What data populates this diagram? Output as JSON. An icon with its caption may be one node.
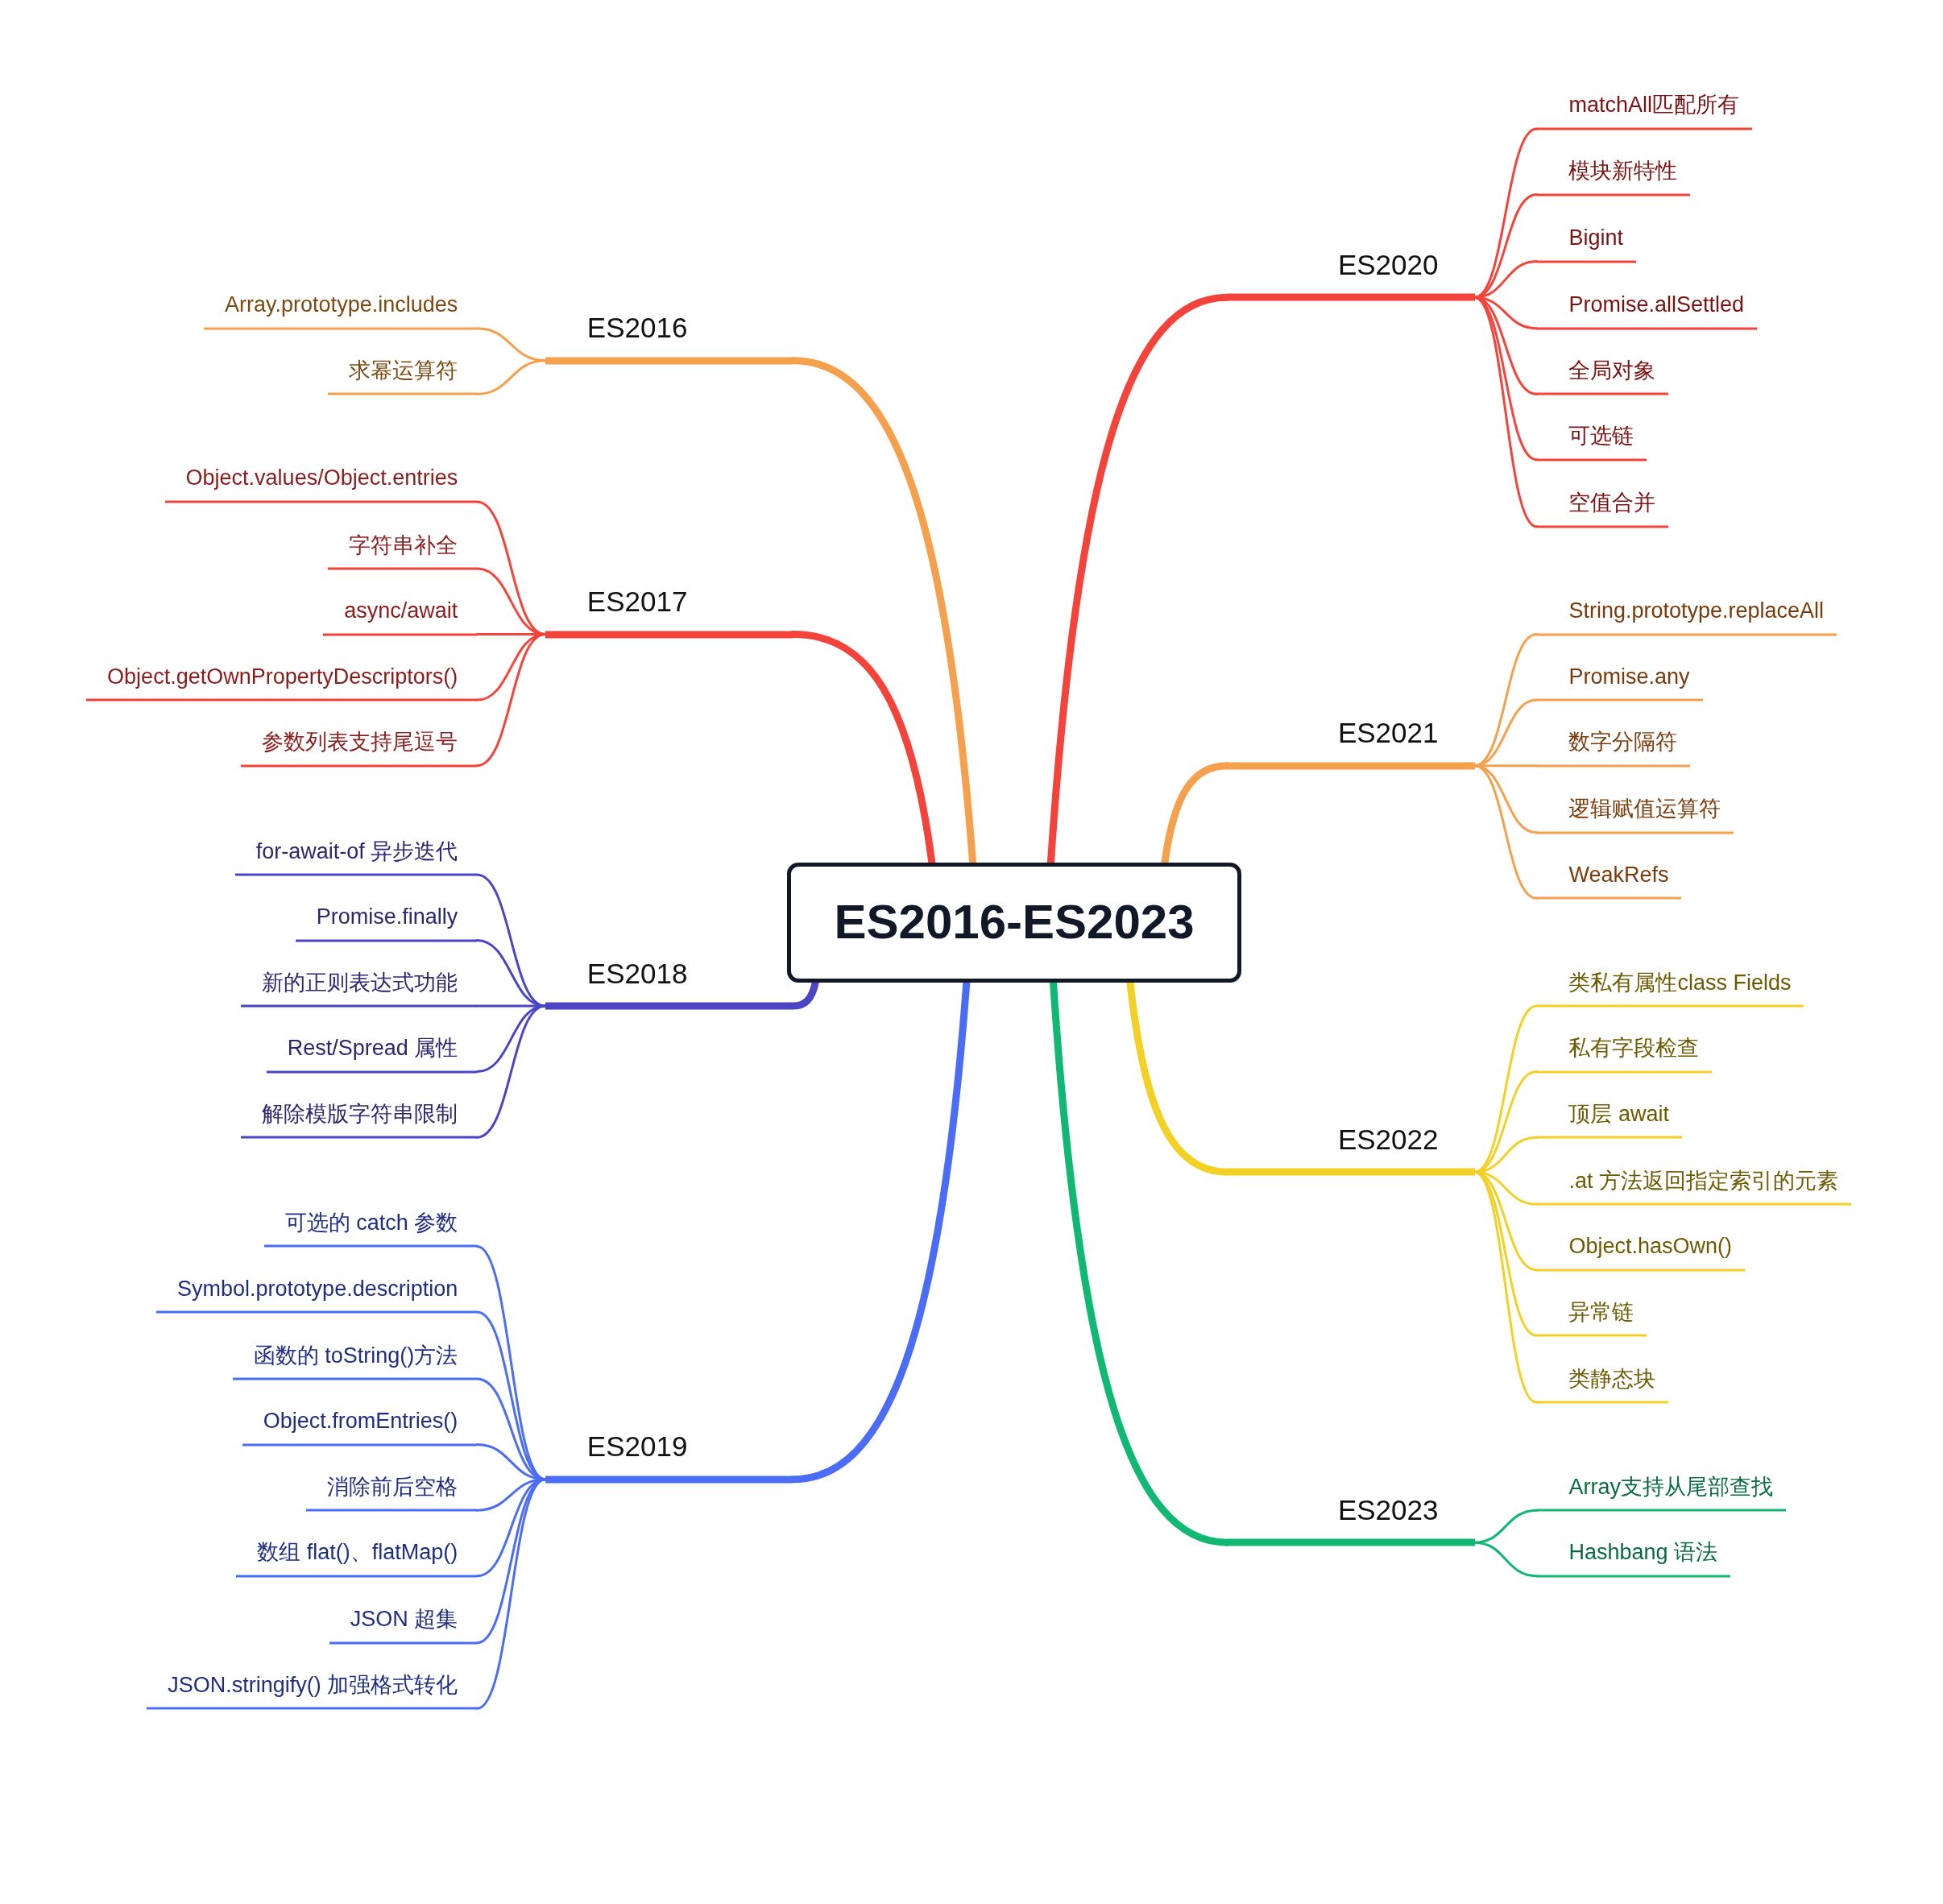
{
  "diagram": {
    "nodes": [
      {
        "text": [
          "ES2016-ES2023"
        ]
      },
      {
        "text": [
          "ES2016"
        ]
      },
      {
        "text": [
          "Array.prototype.includes"
        ]
      },
      {
        "text": [
          "求幂运算符"
        ]
      },
      {
        "text": [
          "ES2017"
        ]
      },
      {
        "text": [
          "Object.values/Object.entries"
        ]
      },
      {
        "text": [
          "字符串补全"
        ]
      },
      {
        "text": [
          "async/await"
        ]
      },
      {
        "text": [
          "Object.getOwnPropertyDescriptors()"
        ]
      },
      {
        "text": [
          "参数列表支持尾逗号"
        ]
      },
      {
        "text": [
          "ES2018"
        ]
      },
      {
        "text": [
          "for-await-of 异步迭代"
        ]
      },
      {
        "text": [
          "Promise.finally"
        ]
      },
      {
        "text": [
          "新的正则表达式功能"
        ]
      },
      {
        "text": [
          "Rest/Spread 属性"
        ]
      },
      {
        "text": [
          "解除模版字符串限制"
        ]
      },
      {
        "text": [
          "ES2019"
        ]
      },
      {
        "text": [
          "可选的 catch 参数"
        ]
      },
      {
        "text": [
          "Symbol.prototype.description"
        ]
      },
      {
        "text": [
          "函数的 toString()方法"
        ]
      },
      {
        "text": [
          "Object.fromEntries()"
        ]
      },
      {
        "text": [
          "消除前后空格"
        ]
      },
      {
        "text": [
          "数组 flat()、flatMap()"
        ]
      },
      {
        "text": [
          "JSON 超集"
        ]
      },
      {
        "text": [
          "JSON.stringify() 加强格式转化"
        ]
      },
      {
        "text": [
          "ES2020"
        ]
      },
      {
        "text": [
          "matchAll匹配所有"
        ]
      },
      {
        "text": [
          "模块新特性"
        ]
      },
      {
        "text": [
          "Bigint"
        ]
      },
      {
        "text": [
          "Promise.allSettled"
        ]
      },
      {
        "text": [
          "全局对象"
        ]
      },
      {
        "text": [
          "可选链"
        ]
      },
      {
        "text": [
          "空值合并"
        ]
      },
      {
        "text": [
          "ES2021"
        ]
      },
      {
        "text": [
          "String.prototype.replaceAll"
        ]
      },
      {
        "text": [
          "Promise.any"
        ]
      },
      {
        "text": [
          "数字分隔符"
        ]
      },
      {
        "text": [
          "逻辑赋值运算符"
        ]
      },
      {
        "text": [
          "WeakRefs"
        ]
      },
      {
        "text": [
          "ES2022"
        ]
      },
      {
        "text": [
          "类私有属性class Fields"
        ]
      },
      {
        "text": [
          "私有字段检查"
        ]
      },
      {
        "text": [
          "顶层 await"
        ]
      },
      {
        "text": [
          ".at 方法返回指定索引的元素"
        ]
      },
      {
        "text": [
          "Object.hasOwn()"
        ]
      },
      {
        "text": [
          "异常链"
        ]
      },
      {
        "text": [
          "类静态块"
        ]
      },
      {
        "text": [
          "ES2023"
        ]
      },
      {
        "text": [
          "Array支持从尾部查找"
        ]
      },
      {
        "text": [
          "Hashbang 语法"
        ]
      }
    ],
    "edges": [
      {
        "from": 0,
        "to": 1,
        "arrow": "none",
        "style": "thick",
        "color": "#f5a04c"
      },
      {
        "from": 1,
        "to": 2,
        "arrow": "none",
        "color": "#f5a04c"
      },
      {
        "from": 1,
        "to": 3,
        "arrow": "none",
        "color": "#f5a04c"
      },
      {
        "from": 0,
        "to": 4,
        "arrow": "none",
        "style": "thick",
        "color": "#f4433b"
      },
      {
        "from": 4,
        "to": 5,
        "arrow": "none",
        "color": "#f4433b"
      },
      {
        "from": 4,
        "to": 6,
        "arrow": "none",
        "color": "#f4433b"
      },
      {
        "from": 4,
        "to": 7,
        "arrow": "none",
        "color": "#f4433b"
      },
      {
        "from": 4,
        "to": 8,
        "arrow": "none",
        "color": "#f4433b"
      },
      {
        "from": 4,
        "to": 9,
        "arrow": "none",
        "color": "#f4433b"
      },
      {
        "from": 0,
        "to": 10,
        "arrow": "none",
        "style": "thick",
        "color": "#4b45c6"
      },
      {
        "from": 10,
        "to": 11,
        "arrow": "none",
        "color": "#4b45c6"
      },
      {
        "from": 10,
        "to": 12,
        "arrow": "none",
        "color": "#4b45c6"
      },
      {
        "from": 10,
        "to": 13,
        "arrow": "none",
        "color": "#4b45c6"
      },
      {
        "from": 10,
        "to": 14,
        "arrow": "none",
        "color": "#4b45c6"
      },
      {
        "from": 10,
        "to": 15,
        "arrow": "none",
        "color": "#4b45c6"
      },
      {
        "from": 0,
        "to": 16,
        "arrow": "none",
        "style": "thick",
        "color": "#4a6cf7"
      },
      {
        "from": 16,
        "to": 17,
        "arrow": "none",
        "color": "#4a6cf7"
      },
      {
        "from": 16,
        "to": 18,
        "arrow": "none",
        "color": "#4a6cf7"
      },
      {
        "from": 16,
        "to": 19,
        "arrow": "none",
        "color": "#4a6cf7"
      },
      {
        "from": 16,
        "to": 20,
        "arrow": "none",
        "color": "#4a6cf7"
      },
      {
        "from": 16,
        "to": 21,
        "arrow": "none",
        "color": "#4a6cf7"
      },
      {
        "from": 16,
        "to": 22,
        "arrow": "none",
        "color": "#4a6cf7"
      },
      {
        "from": 16,
        "to": 23,
        "arrow": "none",
        "color": "#4a6cf7"
      },
      {
        "from": 16,
        "to": 24,
        "arrow": "none",
        "color": "#4a6cf7"
      },
      {
        "from": 0,
        "to": 25,
        "arrow": "none",
        "style": "thick",
        "color": "#f4433b"
      },
      {
        "from": 25,
        "to": 26,
        "arrow": "none",
        "color": "#f4433b"
      },
      {
        "from": 25,
        "to": 27,
        "arrow": "none",
        "color": "#f4433b"
      },
      {
        "from": 25,
        "to": 28,
        "arrow": "none",
        "color": "#f4433b"
      },
      {
        "from": 25,
        "to": 29,
        "arrow": "none",
        "color": "#f4433b"
      },
      {
        "from": 25,
        "to": 30,
        "arrow": "none",
        "color": "#f4433b"
      },
      {
        "from": 25,
        "to": 31,
        "arrow": "none",
        "color": "#f4433b"
      },
      {
        "from": 25,
        "to": 32,
        "arrow": "none",
        "color": "#f4433b"
      },
      {
        "from": 0,
        "to": 33,
        "arrow": "none",
        "style": "thick",
        "color": "#f5a04c"
      },
      {
        "from": 33,
        "to": 34,
        "arrow": "none",
        "color": "#f5a04c"
      },
      {
        "from": 33,
        "to": 35,
        "arrow": "none",
        "color": "#f5a04c"
      },
      {
        "from": 33,
        "to": 36,
        "arrow": "none",
        "color": "#f5a04c"
      },
      {
        "from": 33,
        "to": 37,
        "arrow": "none",
        "color": "#f5a04c"
      },
      {
        "from": 33,
        "to": 38,
        "arrow": "none",
        "color": "#f5a04c"
      },
      {
        "from": 0,
        "to": 39,
        "arrow": "none",
        "style": "thick",
        "color": "#f2d024"
      },
      {
        "from": 39,
        "to": 40,
        "arrow": "none",
        "color": "#f2d024"
      },
      {
        "from": 39,
        "to": 41,
        "arrow": "none",
        "color": "#f2d024"
      },
      {
        "from": 39,
        "to": 42,
        "arrow": "none",
        "color": "#f2d024"
      },
      {
        "from": 39,
        "to": 43,
        "arrow": "none",
        "color": "#f2d024"
      },
      {
        "from": 39,
        "to": 44,
        "arrow": "none",
        "color": "#f2d024"
      },
      {
        "from": 39,
        "to": 45,
        "arrow": "none",
        "color": "#f2d024"
      },
      {
        "from": 39,
        "to": 46,
        "arrow": "none",
        "color": "#f2d024"
      },
      {
        "from": 0,
        "to": 47,
        "arrow": "none",
        "style": "thick",
        "color": "#10b874"
      },
      {
        "from": 47,
        "to": 48,
        "arrow": "none",
        "color": "#10b874"
      },
      {
        "from": 47,
        "to": 49,
        "arrow": "none",
        "color": "#10b874"
      }
    ]
  }
}
